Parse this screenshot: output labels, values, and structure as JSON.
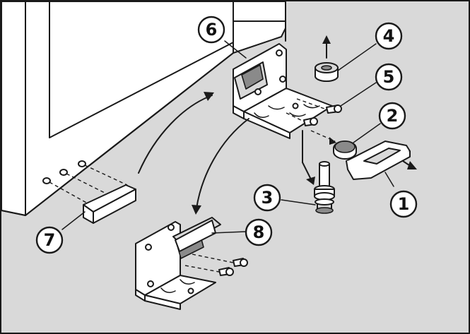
{
  "callouts": [
    {
      "id": "1",
      "label": "1"
    },
    {
      "id": "2",
      "label": "2"
    },
    {
      "id": "3",
      "label": "3"
    },
    {
      "id": "4",
      "label": "4"
    },
    {
      "id": "5",
      "label": "5"
    },
    {
      "id": "6",
      "label": "6"
    },
    {
      "id": "7",
      "label": "7"
    },
    {
      "id": "8",
      "label": "8"
    }
  ],
  "colors": {
    "background": "#d9d9d9",
    "line": "#1a1a1a",
    "part_fill": "#ffffff"
  }
}
